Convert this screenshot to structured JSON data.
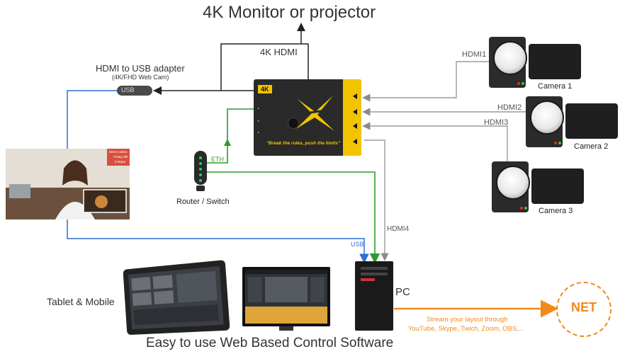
{
  "diagram": {
    "title_top": "4K Monitor or projector",
    "hdmi_4k_label": "4K HDMI",
    "usb_adapter_label": "HDMI to USB adapter",
    "usb_adapter_sublabel": "(4K/FHD Web Cam)",
    "usb_dongle_text": "USB",
    "cameras": [
      {
        "name": "Camera 1",
        "link": "HDMI1"
      },
      {
        "name": "Camera 2",
        "link": "HDMI2"
      },
      {
        "name": "Camera 3",
        "link": "HDMI3"
      }
    ],
    "router_label": "Router / Switch",
    "eth_label": "ETH",
    "hdmi4_label": "HDMI4",
    "usb_label": "USB",
    "pc_label": "PC",
    "tablet_label": "Tablet & Mobile",
    "bottom_title": "Easy to use Web Based Control Software",
    "net_label": "NET",
    "stream_line1": "Stream your layout through",
    "stream_line2": "YouTube, Skype, Twich, Zoom, OBS,...",
    "switcher": {
      "badge": "4K",
      "slogan": "\"Break the rules, push the limits\""
    },
    "webcam_overlay": [
      "Direct online",
      "Friday 8th",
      "5:00pm"
    ],
    "colors": {
      "line_black": "#222222",
      "line_gray": "#9a9a9a",
      "line_green": "#2e9a2e",
      "line_blue": "#2f6fd6",
      "accent_orange": "#f28a19",
      "switcher_yellow": "#f2c300"
    }
  }
}
